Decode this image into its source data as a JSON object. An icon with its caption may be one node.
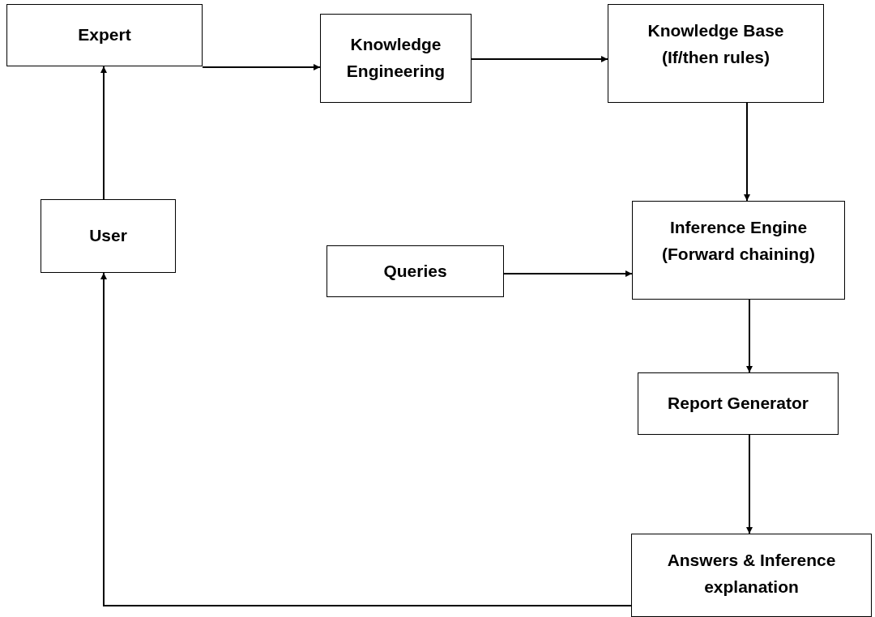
{
  "diagram": {
    "nodes": [
      {
        "text": [
          "Expert"
        ]
      },
      {
        "text": [
          "Knowledge Engineering"
        ]
      },
      {
        "text": [
          "Knowledge Base (If/then rules)"
        ]
      },
      {
        "text": [
          "User"
        ]
      },
      {
        "text": [
          "Queries"
        ]
      },
      {
        "text": [
          "Inference Engine (Forward chaining)"
        ]
      },
      {
        "text": [
          "Report Generator"
        ]
      },
      {
        "text": [
          "Answers & Inference explanation"
        ]
      }
    ],
    "edges": [
      {
        "from": 0,
        "to": 1,
        "arrow": "to"
      },
      {
        "from": 1,
        "to": 2,
        "arrow": "to"
      },
      {
        "from": 2,
        "to": 5,
        "arrow": "to"
      },
      {
        "from": 3,
        "to": 0,
        "arrow": "to"
      },
      {
        "from": 4,
        "to": 5,
        "arrow": "to"
      },
      {
        "from": 5,
        "to": 6,
        "arrow": "to"
      },
      {
        "from": 6,
        "to": 7,
        "arrow": "to"
      },
      {
        "from": 7,
        "to": 3,
        "arrow": "to"
      }
    ]
  }
}
